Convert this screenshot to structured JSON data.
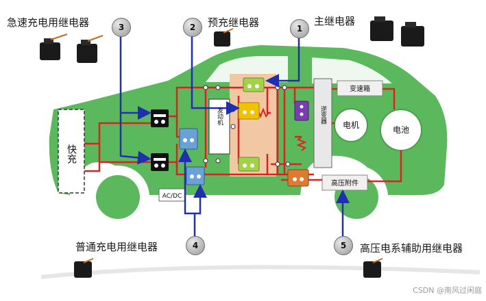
{
  "labels": {
    "rapid": "急速充电用继电器",
    "precharge": "预充继电器",
    "main": "主继电器",
    "normal": "普通充电用继电器",
    "hv_aux": "高压电系辅助用继电器"
  },
  "badges": [
    "1",
    "2",
    "3",
    "4",
    "5"
  ],
  "components": {
    "fast_charge": "快充",
    "acdc": "AC/DC",
    "gearbox": "变速箱",
    "motor": "电机",
    "battery": "电池",
    "hv_accessory": "高压附件",
    "inverter": "逆变器",
    "dcdc": "发动机"
  },
  "watermark": "CSDN @南风过闲庭",
  "colors": {
    "car_green": "#5cb85c",
    "wire_red": "#e02020",
    "arrow_blue": "#1f2fb0",
    "relay_panel": "#f2c7a3"
  }
}
